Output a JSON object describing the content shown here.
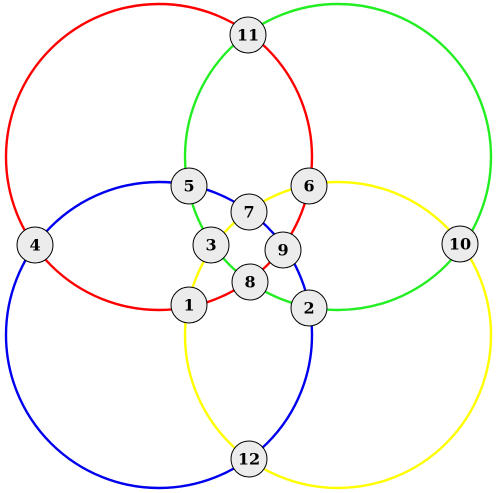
{
  "circles": [
    {
      "id": "red",
      "color": "#ff0000"
    },
    {
      "id": "green",
      "color": "#22ee22"
    },
    {
      "id": "blue",
      "color": "#0000ee"
    },
    {
      "id": "yellow",
      "color": "#ffff00"
    }
  ],
  "nodes": [
    {
      "id": "n1",
      "label": "1"
    },
    {
      "id": "n2",
      "label": "2"
    },
    {
      "id": "n3",
      "label": "3"
    },
    {
      "id": "n4",
      "label": "4"
    },
    {
      "id": "n5",
      "label": "5"
    },
    {
      "id": "n6",
      "label": "6"
    },
    {
      "id": "n7",
      "label": "7"
    },
    {
      "id": "n8",
      "label": "8"
    },
    {
      "id": "n9",
      "label": "9"
    },
    {
      "id": "n10",
      "label": "10"
    },
    {
      "id": "n11",
      "label": "11"
    },
    {
      "id": "n12",
      "label": "12"
    }
  ]
}
